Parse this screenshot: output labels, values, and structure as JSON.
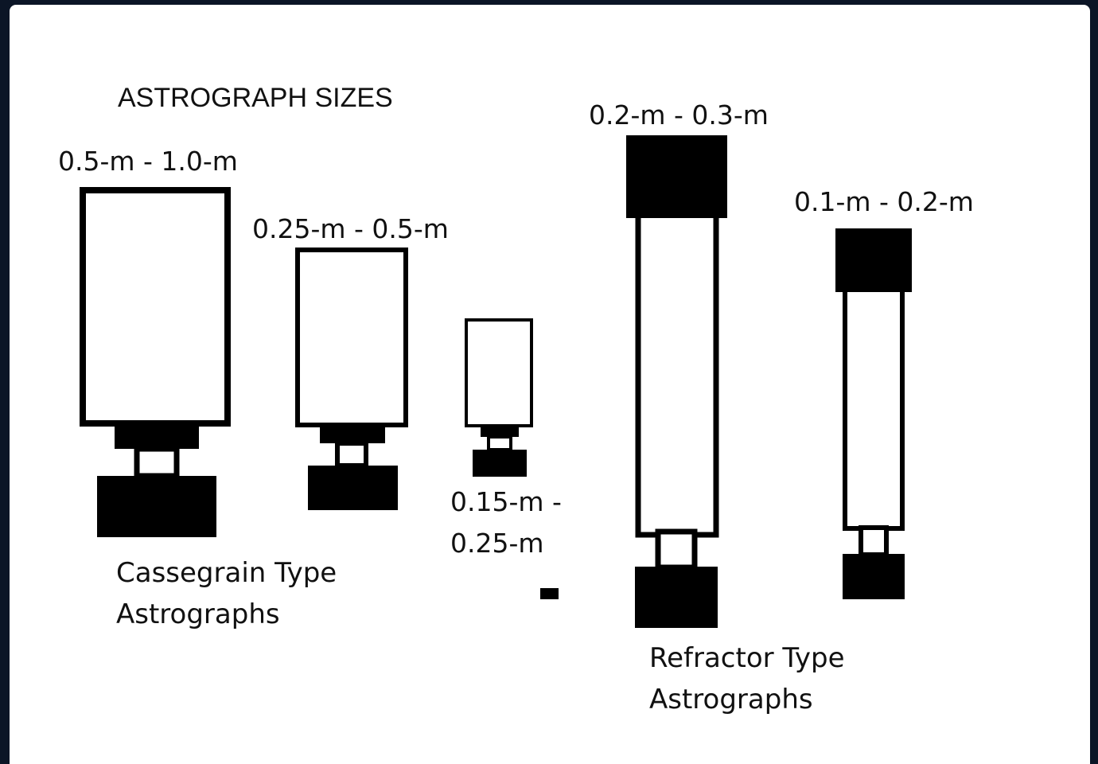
{
  "diagram": {
    "title": "ASTROGRAPH SIZES",
    "colors": {
      "background": "#0b1526",
      "canvas": "#ffffff",
      "ink": "#000000"
    },
    "cassegrain": {
      "group_label_line1": "Cassegrain Type",
      "group_label_line2": "Astrographs",
      "scopes": [
        {
          "size_label": "0.5-m - 1.0-m"
        },
        {
          "size_label": "0.25-m - 0.5-m"
        },
        {
          "size_label_line1": "0.15-m -",
          "size_label_line2": "0.25-m"
        }
      ]
    },
    "refractor": {
      "group_label_line1": "Refractor Type",
      "group_label_line2": "Astrographs",
      "scopes": [
        {
          "size_label": "0.2-m - 0.3-m"
        },
        {
          "size_label": "0.1-m - 0.2-m"
        }
      ]
    }
  }
}
